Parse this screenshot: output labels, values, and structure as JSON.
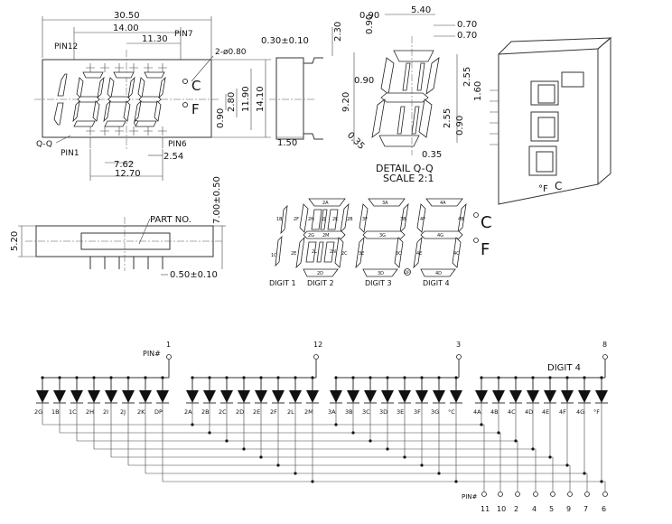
{
  "front_view": {
    "dims": {
      "overall_width": "30.50",
      "inner_width": "14.00",
      "right_offset": "11.30",
      "pin_pitch": "2.54",
      "pin_span_a": "7.62",
      "pin_span_b": "12.70",
      "hole": "2-ø0.80",
      "d_090": "0.90",
      "d_280": "2.80",
      "height_inner": "11.90",
      "height_total": "14.10"
    },
    "labels": {
      "pin12": "PIN12",
      "pin7": "PIN7",
      "pin1": "PIN1",
      "pin6": "PIN6",
      "section": "Q-Q"
    },
    "glyphs": {
      "celsius": "C",
      "fahrenheit": "F"
    }
  },
  "side_view": {
    "dims": {
      "thickness": "0.30±0.10",
      "height": "2.30",
      "foot": "1.50"
    }
  },
  "detail": {
    "title": "DETAIL  Q-Q",
    "scale": "SCALE  2:1",
    "dims": {
      "top_a": "0.90",
      "top_b": "5.40",
      "top_c": "0.70",
      "top_d": "0.70",
      "left_a": "0.90",
      "left_b": "0.90",
      "height": "9.20",
      "r_a": "2.55",
      "r_b": "1.60",
      "r_c": "2.55",
      "r_d": "0.90",
      "bottom": "0.35",
      "slant": "0.35"
    }
  },
  "bottom_view": {
    "dims": {
      "height": "5.20",
      "lead_len": "7.00±0.50",
      "lead_w": "0.50±0.10"
    },
    "part_no": "PART NO."
  },
  "segment_layout": {
    "digit_labels": [
      "DIGIT 1",
      "DIGIT 2",
      "DIGIT 3",
      "DIGIT 4"
    ],
    "d1_segments": [
      "1B",
      "1C"
    ],
    "d2_segments": [
      "2A",
      "2F",
      "2H",
      "2J",
      "2K",
      "2B",
      "2G",
      "2L",
      "2M",
      "2N",
      "2C",
      "2E",
      "2D"
    ],
    "d3_segments": [
      "3A",
      "3F",
      "3B",
      "3G",
      "3E",
      "3C",
      "3D",
      "DP"
    ],
    "d4_segments": [
      "4A",
      "4F",
      "4B",
      "4G",
      "4E",
      "4C",
      "4D"
    ],
    "symbols": [
      "°C",
      "°F"
    ]
  },
  "schematic": {
    "digit_title": "DIGIT 4",
    "pin_hash": "PIN#",
    "common_pins": [
      "1",
      "12",
      "3",
      "8"
    ],
    "groups": [
      [
        "2G",
        "1B",
        "1C",
        "2H",
        "2I",
        "2J",
        "2K",
        "DP"
      ],
      [
        "2A",
        "2B",
        "2C",
        "2D",
        "2E",
        "2F",
        "2L",
        "2M"
      ],
      [
        "3A",
        "3B",
        "3C",
        "3D",
        "3E",
        "3F",
        "3G",
        "°C"
      ],
      [
        "4A",
        "4B",
        "4C",
        "4D",
        "4E",
        "4F",
        "4G",
        "°F"
      ]
    ],
    "bottom_pins": [
      "11",
      "10",
      "2",
      "4",
      "5",
      "9",
      "7",
      "6"
    ]
  }
}
